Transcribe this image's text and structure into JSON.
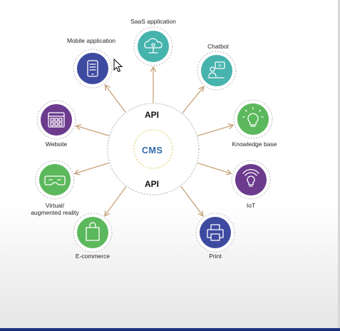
{
  "hub": {
    "top_label": "API",
    "center_label": "CMS",
    "bottom_label": "API"
  },
  "nodes": [
    {
      "id": "saas",
      "label": "SaaS application",
      "icon": "cloud-monitor-icon",
      "color": "#46b3ad"
    },
    {
      "id": "mobile",
      "label": "Mobile application",
      "icon": "mobile-phone-icon",
      "color": "#3e4aa0"
    },
    {
      "id": "chatbot",
      "label": "Chatbot",
      "icon": "ai-chat-icon",
      "color": "#46b3ad"
    },
    {
      "id": "website",
      "label": "Website",
      "icon": "browser-grid-icon",
      "color": "#6c3b8e"
    },
    {
      "id": "knowledge",
      "label": "Knowledge base",
      "icon": "lightbulb-icon",
      "color": "#5cb85c"
    },
    {
      "id": "vr",
      "label": "Virtual/\naugmented reality",
      "icon": "vr-headset-icon",
      "color": "#5cb85c"
    },
    {
      "id": "iot",
      "label": "IoT",
      "icon": "iot-bulb-icon",
      "color": "#6c3b8e"
    },
    {
      "id": "ecommerce",
      "label": "E-commerce",
      "icon": "shopping-bag-icon",
      "color": "#5cb85c"
    },
    {
      "id": "print",
      "label": "Print",
      "icon": "printer-icon",
      "color": "#3e4aa0"
    }
  ],
  "colors": {
    "arrow": "#c7a27a",
    "hub_ring": "#b9b9b9",
    "cms_ring": "#e7d98a"
  }
}
